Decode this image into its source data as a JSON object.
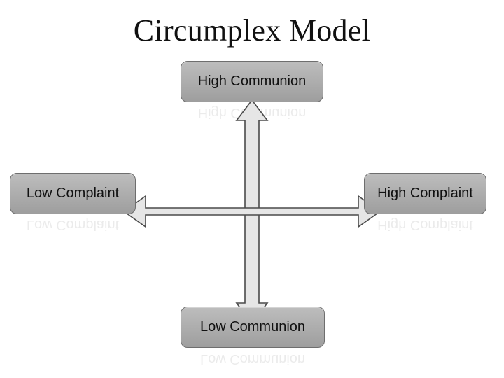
{
  "title": "Circumplex Model",
  "nodes": {
    "top": "High Communion",
    "left": "Low Complaint",
    "right": "High Complaint",
    "bottom": "Low Communion"
  },
  "colors": {
    "box_fill": "#b0b0b0",
    "box_border": "#6e6e6e",
    "arrow_fill": "#e6e6e6",
    "arrow_stroke": "#4a4a4a"
  }
}
